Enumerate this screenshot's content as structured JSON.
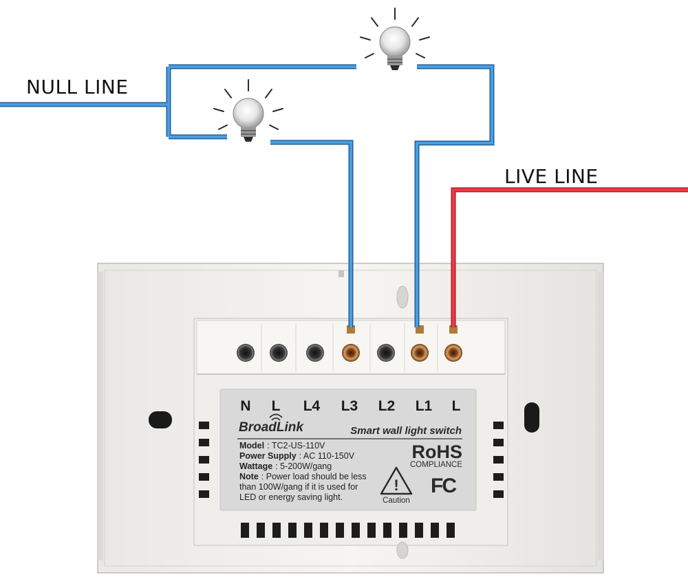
{
  "labels": {
    "null_line": "NULL LINE",
    "live_line": "LIVE LINE"
  },
  "terminals": [
    "N",
    "L",
    "L4",
    "L3",
    "L2",
    "L1",
    "L"
  ],
  "device_label": {
    "brand": "BroadLink",
    "product": "Smart wall light switch",
    "model_key": "Model",
    "model_value": ": TC2-US-110V",
    "power_key": "Power Supply",
    "power_value": ": AC 110-150V",
    "wattage_key": "Wattage",
    "wattage_value": ": 5-200W/gang",
    "note_key": "Note",
    "note_line1": ": Power load should be less",
    "note_line2": "than 100W/gang if it is used for",
    "note_line3": "LED or energy saving light.",
    "rohs": "RoHS",
    "compliance": "COMPLIANCE",
    "fc": "FC",
    "caution": "Caution",
    "exclamation": "!"
  },
  "colors": {
    "null_wire": "#3a86c8",
    "live_wire": "#e0303a",
    "switch_body": "#f2f1ee",
    "label_plate": "#d9d9d9"
  },
  "icons": [
    "light-bulb-icon",
    "caution-triangle-icon"
  ]
}
